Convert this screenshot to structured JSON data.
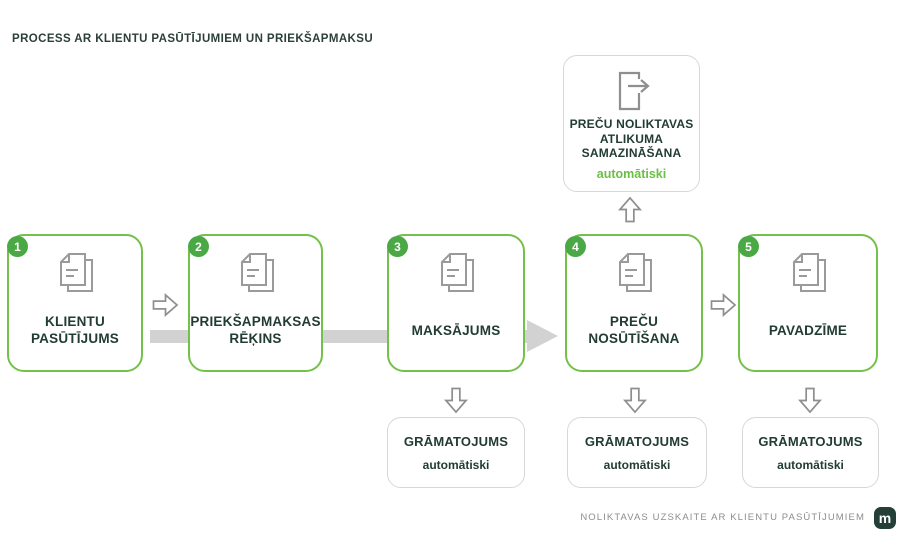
{
  "title": "PROCESS AR KLIENTU PASŪTĪJUMIEM UN PRIEKŠAPMAKSU",
  "colors": {
    "accent_green": "#74c14a",
    "badge_green": "#4aa845",
    "note_green": "#6abf45",
    "dark_text": "#223c35",
    "gray_arrow_outline": "#8f8f8f",
    "gray_flow_bar": "#d2d2d2",
    "soft_border": "#d7d7d7",
    "footer_text": "#8d8d8d",
    "logo_bg": "#233f37"
  },
  "steps": [
    {
      "number": "1",
      "icon": "documents-icon",
      "label_lines": [
        "KLIENTU",
        "PASŪTĪJUMS"
      ]
    },
    {
      "number": "2",
      "icon": "documents-icon",
      "label_lines": [
        "PRIEKŠAPMAKSAS",
        "RĒĶINS"
      ]
    },
    {
      "number": "3",
      "icon": "documents-icon",
      "label_lines": [
        "MAKSĀJUMS"
      ]
    },
    {
      "number": "4",
      "icon": "documents-icon",
      "label_lines": [
        "PREČU",
        "NOSŪTĪŠANA"
      ]
    },
    {
      "number": "5",
      "icon": "documents-icon",
      "label_lines": [
        "PAVADZĪME"
      ]
    }
  ],
  "top_box": {
    "icon": "export-arrow-icon",
    "label_lines": [
      "PREČU NOLIKTAVAS",
      "ATLIKUMA",
      "SAMAZINĀŠANA"
    ],
    "note": "automātiski"
  },
  "posting_boxes": [
    {
      "label": "GRĀMATOJUMS",
      "note": "automātiski"
    },
    {
      "label": "GRĀMATOJUMS",
      "note": "automātiski"
    },
    {
      "label": "GRĀMATOJUMS",
      "note": "automātiski"
    }
  ],
  "footer": {
    "text": "NOLIKTAVAS UZSKAITE AR KLIENTU PASŪTĪJUMIEM",
    "logo_letter": "m"
  }
}
